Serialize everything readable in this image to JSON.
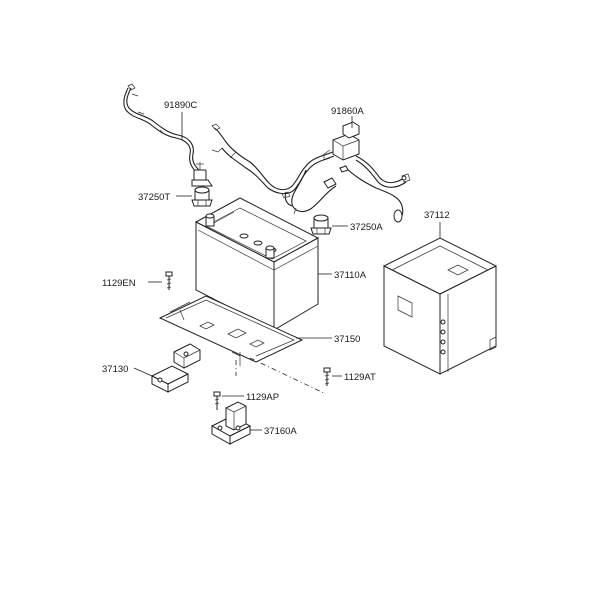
{
  "parts": {
    "p91890c": "91890C",
    "p91860a": "91860A",
    "p37250t": "37250T",
    "p37250a": "37250A",
    "p37112": "37112",
    "p1129en": "1129EN",
    "p37110a": "37110A",
    "p37150": "37150",
    "p37130": "37130",
    "p1129at": "1129AT",
    "p1129ap": "1129AP",
    "p37160a": "37160A"
  }
}
